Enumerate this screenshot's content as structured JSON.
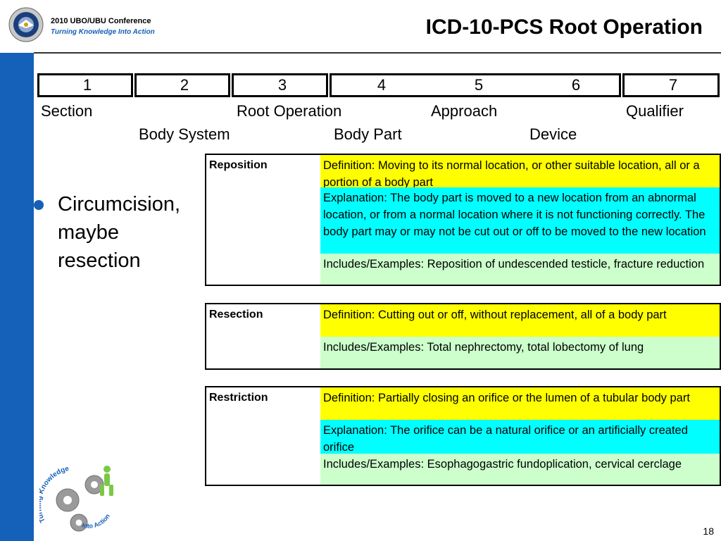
{
  "header": {
    "conference": "2010 UBO/UBU Conference",
    "tagline": "Turning Knowledge Into Action",
    "title": "ICD-10-PCS Root Operation"
  },
  "code_positions": {
    "digits": [
      "1",
      "2",
      "3",
      "4",
      "5",
      "6",
      "7"
    ],
    "labels_top": [
      "Section",
      "Root Operation",
      "Approach",
      "Qualifier"
    ],
    "labels_bottom": [
      "Body System",
      "Body Part",
      "Device"
    ]
  },
  "bullet": {
    "lines": [
      "Circumcision,",
      "maybe",
      "resection"
    ]
  },
  "operations": [
    {
      "name": "Reposition",
      "definition": "Definition: Moving to its normal location, or other suitable location, all or a portion of a body part",
      "explanation": "Explanation: The body part is moved to a new location from an abnormal location, or from a normal location where it is not functioning correctly. The body part may or may not be cut out or off to be moved to the new location",
      "examples": "Includes/Examples: Reposition of undescended testicle, fracture reduction"
    },
    {
      "name": "Resection",
      "definition": "Definition: Cutting out or off, without replacement, all of a body part",
      "examples": "Includes/Examples: Total nephrectomy, total lobectomy of lung"
    },
    {
      "name": "Restriction",
      "definition": "Definition: Partially closing an orifice or the lumen of a tubular body part",
      "explanation": "Explanation: The orifice can be a natural orifice or an artificially created orifice",
      "examples": "Includes/Examples: Esophagogastric fundoplication, cervical cerclage"
    }
  ],
  "logo": {
    "text_top": "Turning Knowledge",
    "text_bottom": "Into Action"
  },
  "page_number": "18",
  "colors": {
    "brand_blue": "#1560b8",
    "definition_bg": "#ffff00",
    "explanation_bg": "#00ffff",
    "examples_bg": "#ccffcc"
  }
}
